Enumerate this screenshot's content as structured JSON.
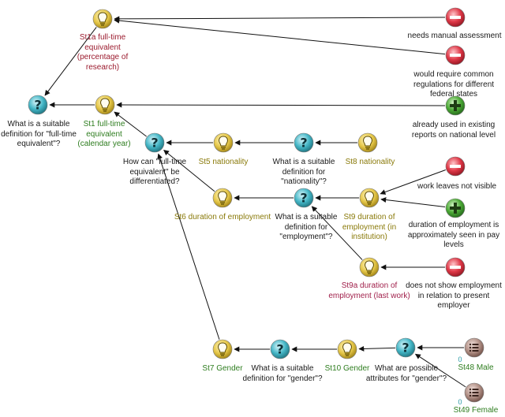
{
  "colors": {
    "idea": "#d9b92e",
    "question": "#2fa8b8",
    "con": "#d62b3a",
    "pro": "#3f9a2b",
    "attribute": "#8c6b60",
    "edge": "#111111"
  },
  "nodes": {
    "st1a": {
      "icon": "idea-icon",
      "label": "St1a full-time\nequivalent\n(percentage of\nresearch)"
    },
    "q_fte": {
      "icon": "question-icon",
      "label": "What is a suitable\ndefinition for \"full-time\nequivalent\"?"
    },
    "st1": {
      "icon": "idea-icon",
      "label": "St1 full-time\nequivalent\n(calendar year)"
    },
    "q_diff": {
      "icon": "question-icon",
      "label": "How can \"full-time\nequivalent\" be\ndifferentiated?"
    },
    "st5": {
      "icon": "idea-icon",
      "label": "St5 nationality"
    },
    "q_nat": {
      "icon": "question-icon",
      "label": "What is a suitable\ndefinition for\n\"nationality\"?"
    },
    "st8": {
      "icon": "idea-icon",
      "label": "St8 nationality"
    },
    "st6": {
      "icon": "idea-icon",
      "label": "St6 duration of employment"
    },
    "q_emp": {
      "icon": "question-icon",
      "label": "What is a suitable\ndefinition for\n\"employment\"?"
    },
    "st9": {
      "icon": "idea-icon",
      "label": "St9 duration of\nemployment (in\ninstitution)"
    },
    "st9a": {
      "icon": "idea-icon",
      "label": "St9a duration of\nemployment (last work)"
    },
    "con_manual": {
      "icon": "con-icon",
      "label": "needs manual assessment"
    },
    "con_regs": {
      "icon": "con-icon",
      "label": "would require common\nregulations for different\nfederal states"
    },
    "pro_used": {
      "icon": "pro-icon",
      "label": "already used in existing\nreports on national level"
    },
    "con_leaves": {
      "icon": "con-icon",
      "label": "work leaves not visible"
    },
    "pro_pay": {
      "icon": "pro-icon",
      "label": "duration of employment is\napproximately seen in pay\nlevels"
    },
    "con_present": {
      "icon": "con-icon",
      "label": "does not show employment\nin relation to present\nemployer"
    },
    "st7": {
      "icon": "idea-icon",
      "label": "St7 Gender"
    },
    "q_gender": {
      "icon": "question-icon",
      "label": "What is a suitable\ndefinition for \"gender\"?"
    },
    "st10": {
      "icon": "idea-icon",
      "label": "St10 Gender"
    },
    "q_attr": {
      "icon": "question-icon",
      "label": "What are possible\nattributes for \"gender\"?"
    },
    "st48": {
      "icon": "attribute-icon",
      "label": "St48 Male",
      "badge": "0"
    },
    "st49": {
      "icon": "attribute-icon",
      "label": "St49 Female",
      "badge": "0"
    }
  },
  "edges": [
    [
      "con_manual",
      "st1a"
    ],
    [
      "con_regs",
      "st1a"
    ],
    [
      "st1a",
      "q_fte"
    ],
    [
      "pro_used",
      "st1"
    ],
    [
      "st1",
      "q_fte"
    ],
    [
      "q_diff",
      "st1"
    ],
    [
      "st5",
      "q_diff"
    ],
    [
      "q_nat",
      "st5"
    ],
    [
      "st8",
      "q_nat"
    ],
    [
      "st6",
      "q_diff"
    ],
    [
      "q_emp",
      "st6"
    ],
    [
      "st9",
      "q_emp"
    ],
    [
      "st9a",
      "q_emp"
    ],
    [
      "con_leaves",
      "st9"
    ],
    [
      "pro_pay",
      "st9"
    ],
    [
      "con_present",
      "st9a"
    ],
    [
      "st7",
      "q_diff"
    ],
    [
      "q_gender",
      "st7"
    ],
    [
      "st10",
      "q_gender"
    ],
    [
      "q_attr",
      "st10"
    ],
    [
      "st48",
      "q_attr"
    ],
    [
      "st49",
      "q_attr"
    ]
  ]
}
